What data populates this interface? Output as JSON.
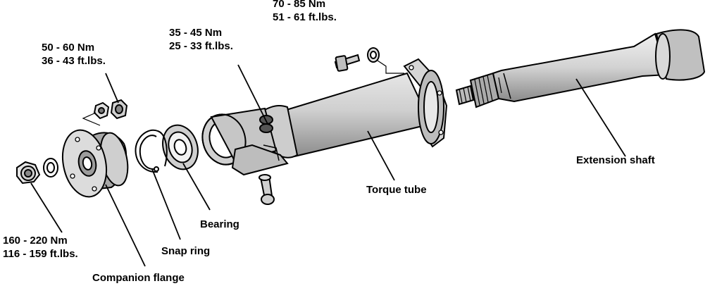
{
  "parts": {
    "extension_shaft": "Extension shaft",
    "torque_tube": "Torque tube",
    "bearing": "Bearing",
    "snap_ring": "Snap ring",
    "companion_flange": "Companion flange"
  },
  "torques": {
    "flange_bolt": {
      "nm": "70 - 85 Nm",
      "ftlbs": "51 - 61 ft.lbs."
    },
    "bearing_clamp": {
      "nm": "35 - 45 Nm",
      "ftlbs": "25 - 33 ft.lbs."
    },
    "flange_nuts": {
      "nm": "50 - 60 Nm",
      "ftlbs": "36 - 43 ft.lbs."
    },
    "companion_nut": {
      "nm": "160 - 220 Nm",
      "ftlbs": "116 - 159 ft.lbs."
    }
  },
  "colors": {
    "ink": "#000000",
    "paper": "#ffffff",
    "shade": "#c8c8c8",
    "shade_dark": "#9a9a9a"
  }
}
